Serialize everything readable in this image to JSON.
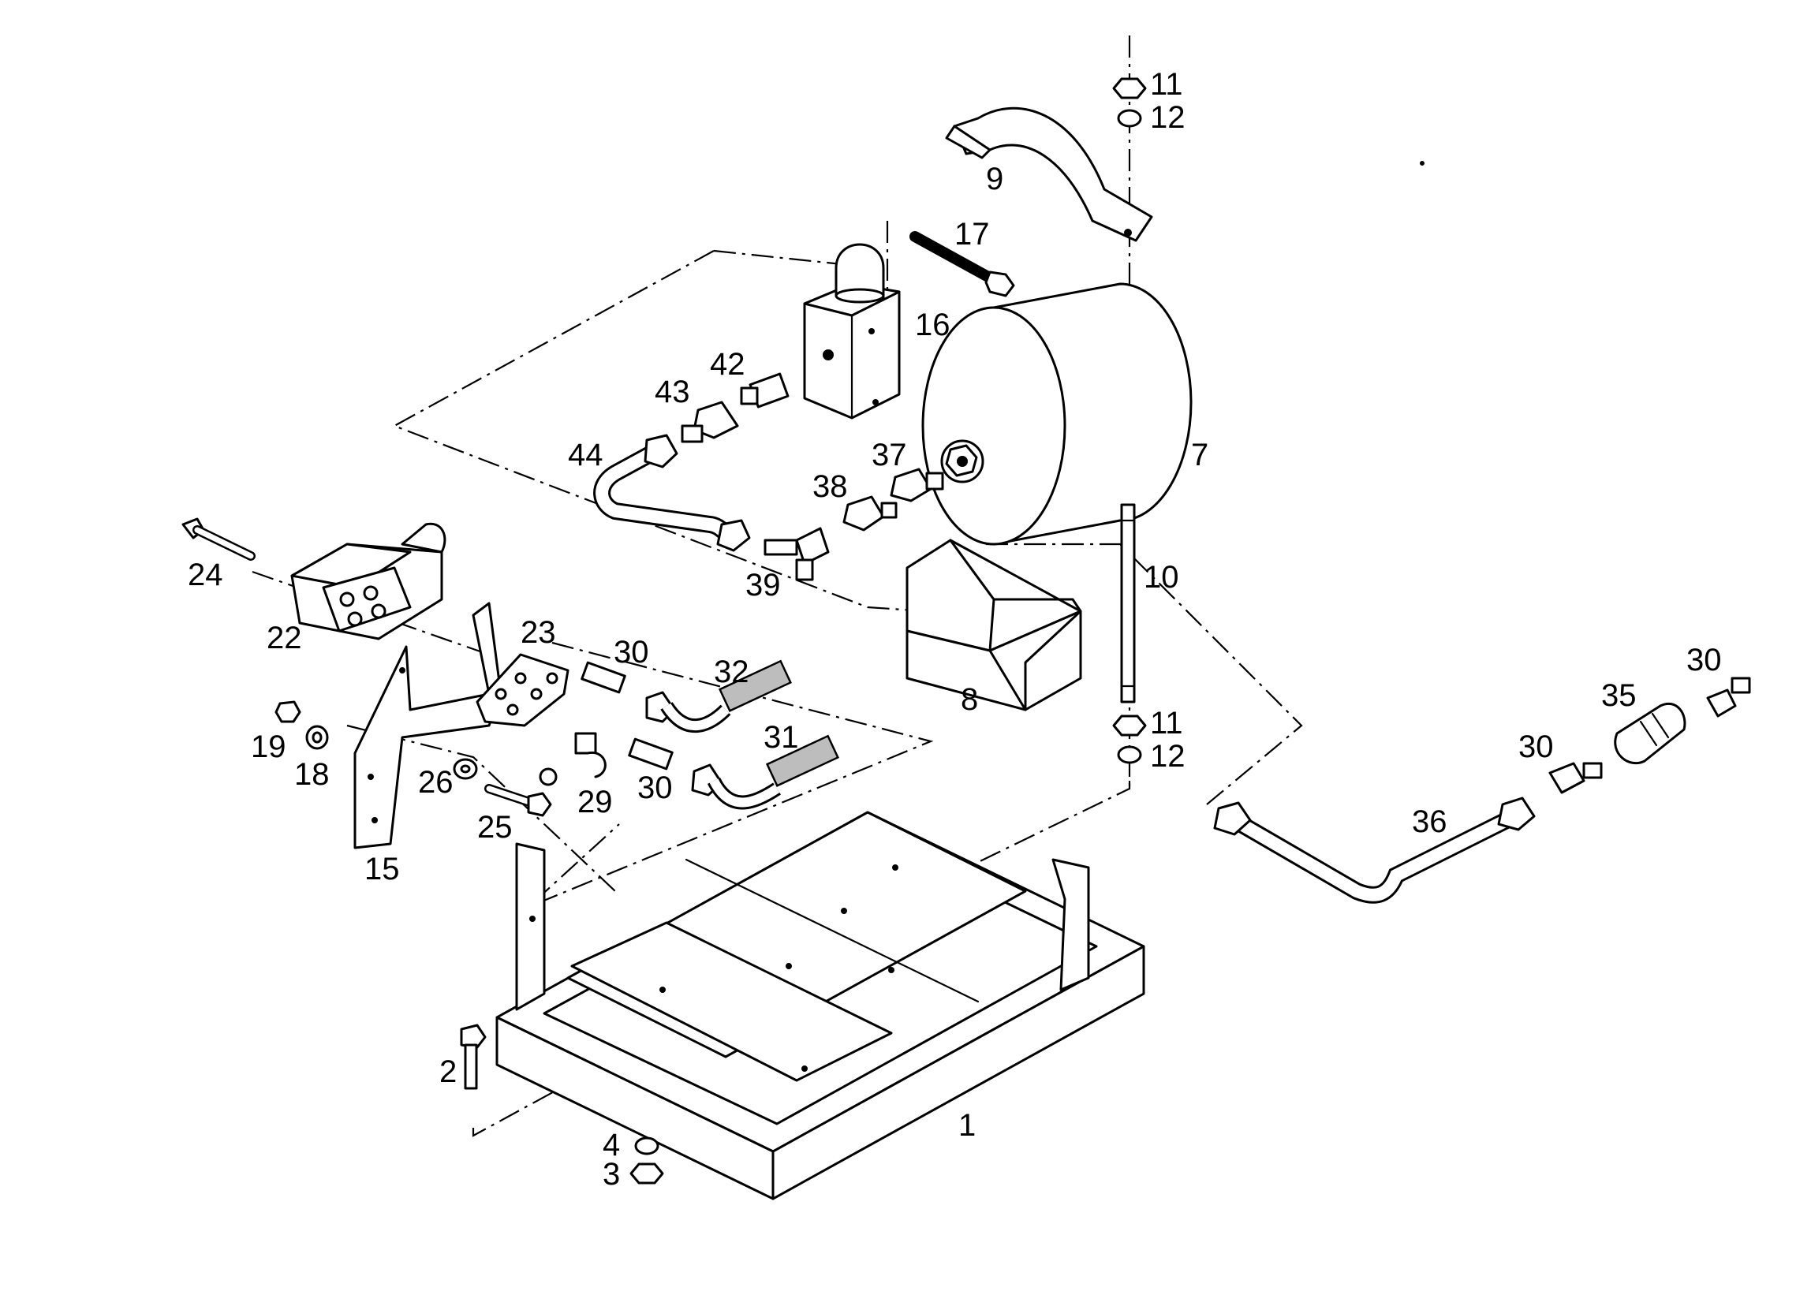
{
  "callouts": [
    {
      "id": "c1",
      "text": "1"
    },
    {
      "id": "c2",
      "text": "2"
    },
    {
      "id": "c3",
      "text": "3"
    },
    {
      "id": "c4",
      "text": "4"
    },
    {
      "id": "c7",
      "text": "7"
    },
    {
      "id": "c8",
      "text": "8"
    },
    {
      "id": "c9",
      "text": "9"
    },
    {
      "id": "c10",
      "text": "10"
    },
    {
      "id": "c11a",
      "text": "11"
    },
    {
      "id": "c12a",
      "text": "12"
    },
    {
      "id": "c11b",
      "text": "11"
    },
    {
      "id": "c12b",
      "text": "12"
    },
    {
      "id": "c15",
      "text": "15"
    },
    {
      "id": "c16",
      "text": "16"
    },
    {
      "id": "c17",
      "text": "17"
    },
    {
      "id": "c18",
      "text": "18"
    },
    {
      "id": "c19",
      "text": "19"
    },
    {
      "id": "c22",
      "text": "22"
    },
    {
      "id": "c23",
      "text": "23"
    },
    {
      "id": "c24",
      "text": "24"
    },
    {
      "id": "c25",
      "text": "25"
    },
    {
      "id": "c26",
      "text": "26"
    },
    {
      "id": "c29",
      "text": "29"
    },
    {
      "id": "c30a",
      "text": "30"
    },
    {
      "id": "c30b",
      "text": "30"
    },
    {
      "id": "c30c",
      "text": "30"
    },
    {
      "id": "c30d",
      "text": "30"
    },
    {
      "id": "c31",
      "text": "31"
    },
    {
      "id": "c32",
      "text": "32"
    },
    {
      "id": "c35",
      "text": "35"
    },
    {
      "id": "c36",
      "text": "36"
    },
    {
      "id": "c37",
      "text": "37"
    },
    {
      "id": "c38",
      "text": "38"
    },
    {
      "id": "c39",
      "text": "39"
    },
    {
      "id": "c42",
      "text": "42"
    },
    {
      "id": "c43",
      "text": "43"
    },
    {
      "id": "c44",
      "text": "44"
    }
  ]
}
